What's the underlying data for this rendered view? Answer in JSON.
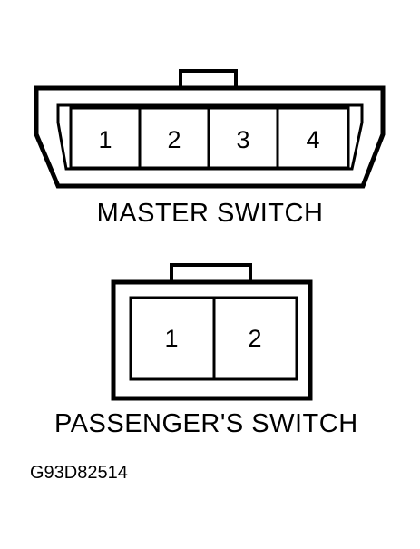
{
  "master_switch": {
    "label": "MASTER SWITCH",
    "pins": [
      "1",
      "2",
      "3",
      "4"
    ]
  },
  "passenger_switch": {
    "label": "PASSENGER'S SWITCH",
    "pins": [
      "1",
      "2"
    ]
  },
  "figure_code": "G93D82514",
  "colors": {
    "ink": "#000000",
    "paper": "#ffffff"
  }
}
